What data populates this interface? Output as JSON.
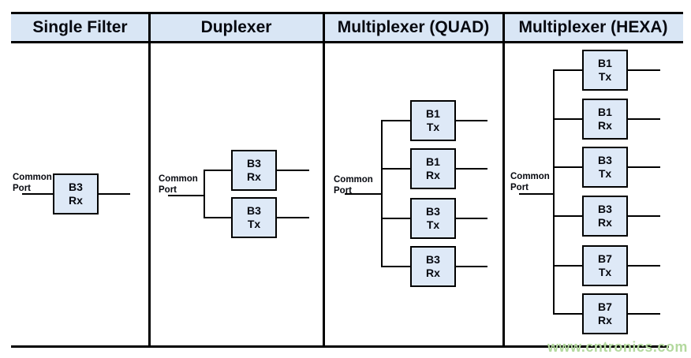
{
  "colors": {
    "header_bg": "#d9e6f5",
    "box_bg": "#dee9f7",
    "line": "#000000",
    "text": "#06080f",
    "watermark": "#b3d99e"
  },
  "watermark": "www.cntronics.com",
  "columns": [
    {
      "header": "Single Filter",
      "common_port": "Common Port",
      "filters": [
        {
          "band": "B3",
          "mode": "Rx"
        }
      ]
    },
    {
      "header": "Duplexer",
      "common_port": "Common Port",
      "filters": [
        {
          "band": "B3",
          "mode": "Rx"
        },
        {
          "band": "B3",
          "mode": "Tx"
        }
      ]
    },
    {
      "header": "Multiplexer (QUAD)",
      "common_port": "Common Port",
      "filters": [
        {
          "band": "B1",
          "mode": "Tx"
        },
        {
          "band": "B1",
          "mode": "Rx"
        },
        {
          "band": "B3",
          "mode": "Tx"
        },
        {
          "band": "B3",
          "mode": "Rx"
        }
      ]
    },
    {
      "header": "Multiplexer (HEXA)",
      "common_port": "Common Port",
      "filters": [
        {
          "band": "B1",
          "mode": "Tx"
        },
        {
          "band": "B1",
          "mode": "Rx"
        },
        {
          "band": "B3",
          "mode": "Tx"
        },
        {
          "band": "B3",
          "mode": "Rx"
        },
        {
          "band": "B7",
          "mode": "Tx"
        },
        {
          "band": "B7",
          "mode": "Rx"
        }
      ]
    }
  ]
}
